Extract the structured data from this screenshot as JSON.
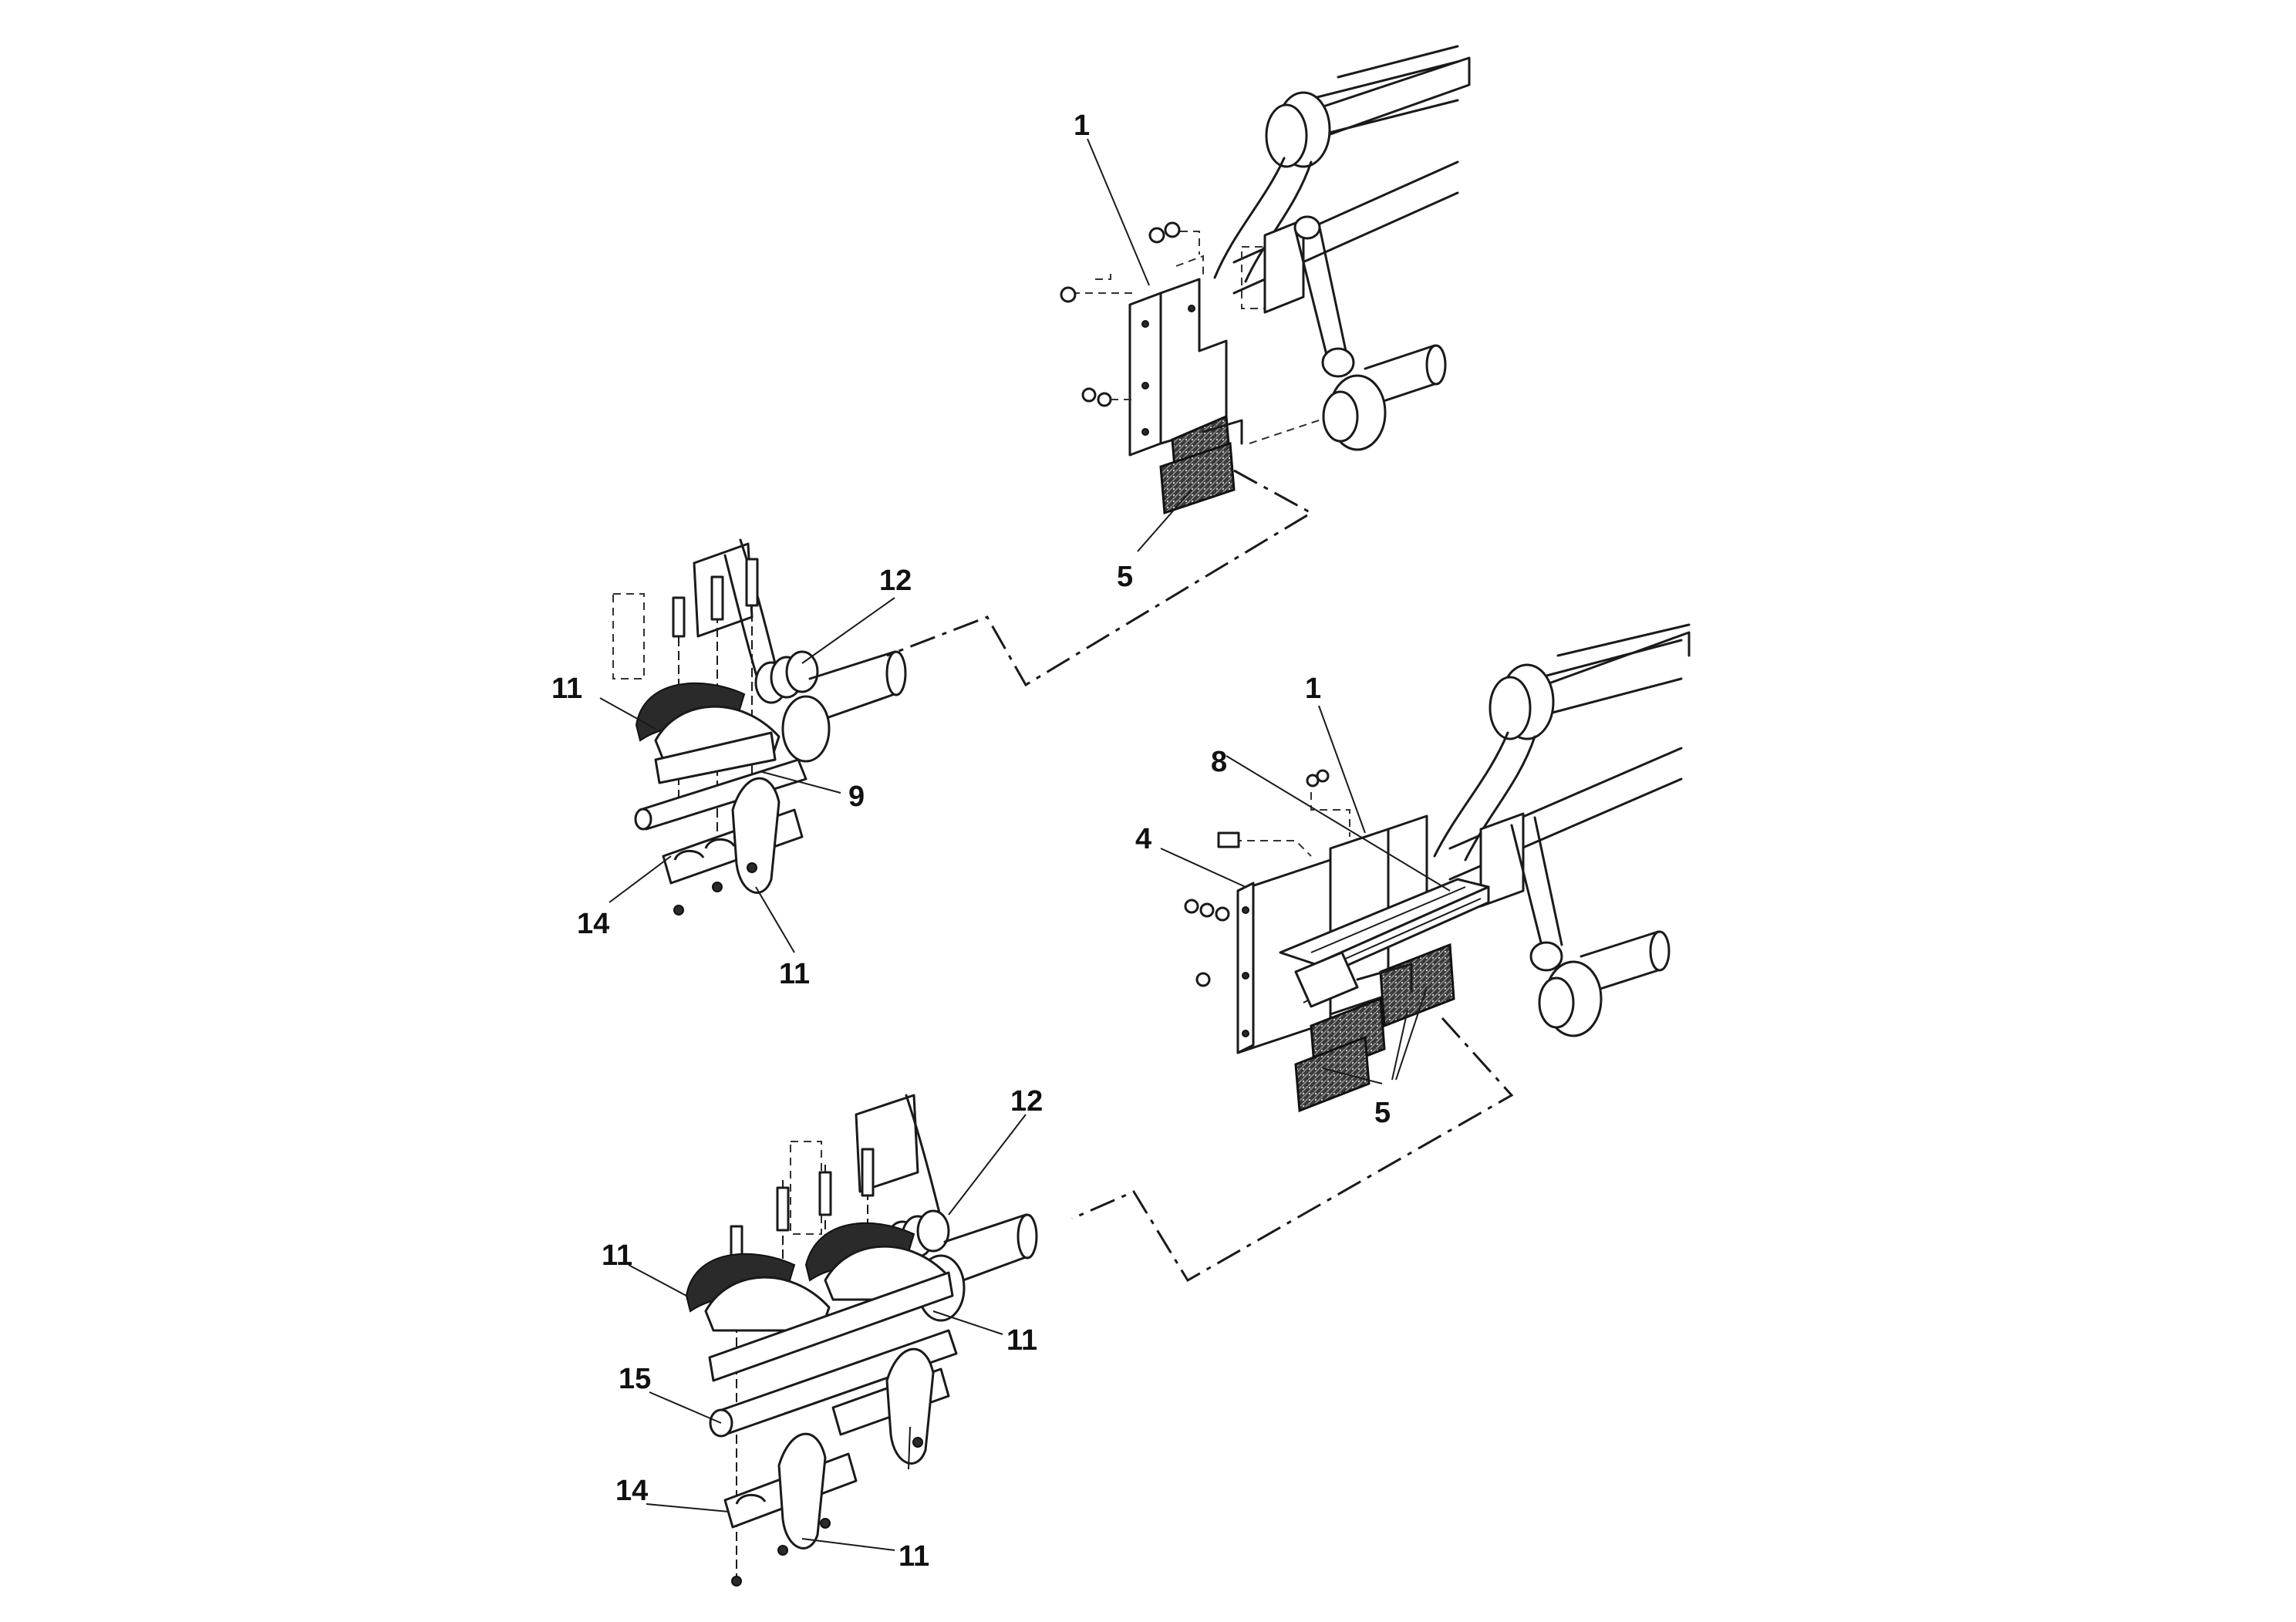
{
  "callouts": {
    "a1": "1",
    "a5": "5",
    "b12": "12",
    "b11a": "11",
    "b9": "9",
    "b14": "14",
    "b11b": "11",
    "c1": "1",
    "c8": "8",
    "c4": "4",
    "c5": "5",
    "d12": "12",
    "d11a": "11",
    "d11b": "11",
    "d15": "15",
    "d14": "14",
    "d11c": "11"
  }
}
